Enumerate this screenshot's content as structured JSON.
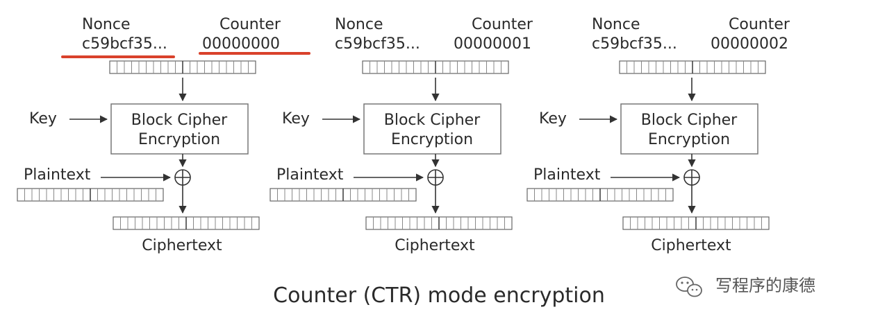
{
  "diagram": {
    "caption": "Counter (CTR) mode encryption",
    "stages": [
      {
        "nonce_label": "Nonce",
        "nonce_value": "c59bcf35...",
        "counter_label": "Counter",
        "counter_value": "00000000",
        "key_label": "Key",
        "block_line1": "Block Cipher",
        "block_line2": "Encryption",
        "plaintext_label": "Plaintext",
        "ciphertext_label": "Ciphertext"
      },
      {
        "nonce_label": "Nonce",
        "nonce_value": "c59bcf35...",
        "counter_label": "Counter",
        "counter_value": "00000001",
        "key_label": "Key",
        "block_line1": "Block Cipher",
        "block_line2": "Encryption",
        "plaintext_label": "Plaintext",
        "ciphertext_label": "Ciphertext"
      },
      {
        "nonce_label": "Nonce",
        "nonce_value": "c59bcf35...",
        "counter_label": "Counter",
        "counter_value": "00000002",
        "key_label": "Key",
        "block_line1": "Block Cipher",
        "block_line2": "Encryption",
        "plaintext_label": "Plaintext",
        "ciphertext_label": "Ciphertext"
      }
    ],
    "highlight_color": "#d9412b"
  },
  "watermark": {
    "text": "写程序的康德",
    "icon": "wechat-icon"
  }
}
